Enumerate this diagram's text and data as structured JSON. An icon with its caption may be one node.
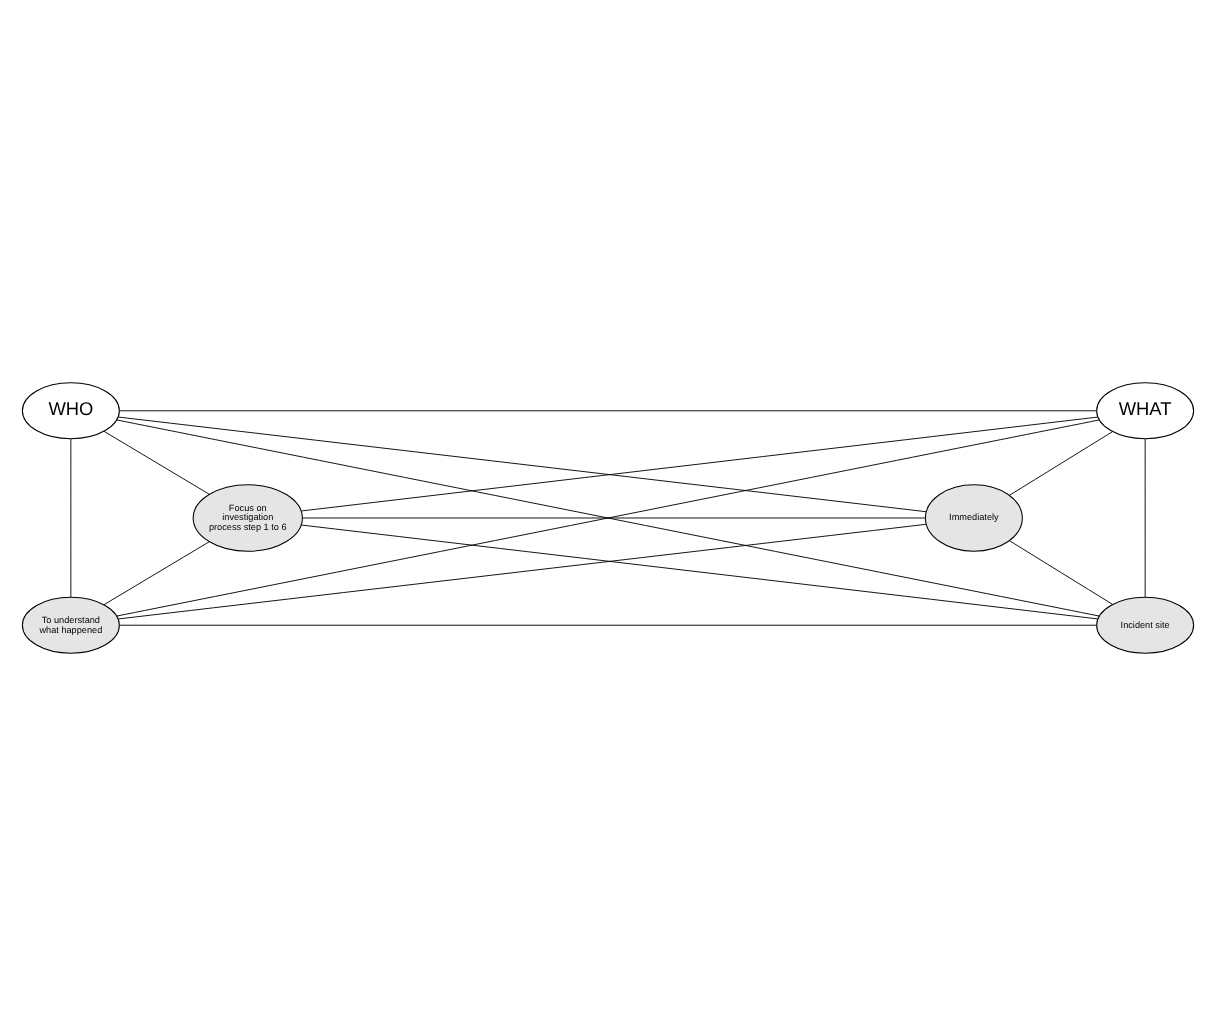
{
  "diagram": {
    "nodes": [
      {
        "text": [
          "WHO"
        ]
      },
      {
        "text": [
          "WHAT"
        ]
      },
      {
        "text": [
          "Focus on investigation process step 1 to 6"
        ]
      },
      {
        "text": [
          "Immediately"
        ]
      },
      {
        "text": [
          "To understand what happened"
        ]
      },
      {
        "text": [
          "Incident site"
        ]
      }
    ],
    "edges": [
      {
        "from": 0,
        "to": 1,
        "arrow": "none"
      },
      {
        "from": 0,
        "to": 2,
        "arrow": "none"
      },
      {
        "from": 0,
        "to": 3,
        "arrow": "none"
      },
      {
        "from": 0,
        "to": 4,
        "arrow": "none"
      },
      {
        "from": 0,
        "to": 5,
        "arrow": "none"
      },
      {
        "from": 1,
        "to": 2,
        "arrow": "none"
      },
      {
        "from": 1,
        "to": 3,
        "arrow": "none"
      },
      {
        "from": 1,
        "to": 4,
        "arrow": "none"
      },
      {
        "from": 1,
        "to": 5,
        "arrow": "none"
      },
      {
        "from": 2,
        "to": 3,
        "arrow": "none"
      },
      {
        "from": 2,
        "to": 4,
        "arrow": "none"
      },
      {
        "from": 2,
        "to": 5,
        "arrow": "none"
      },
      {
        "from": 3,
        "to": 4,
        "arrow": "none"
      },
      {
        "from": 3,
        "to": 5,
        "arrow": "none"
      },
      {
        "from": 4,
        "to": 5,
        "arrow": "none"
      }
    ]
  }
}
